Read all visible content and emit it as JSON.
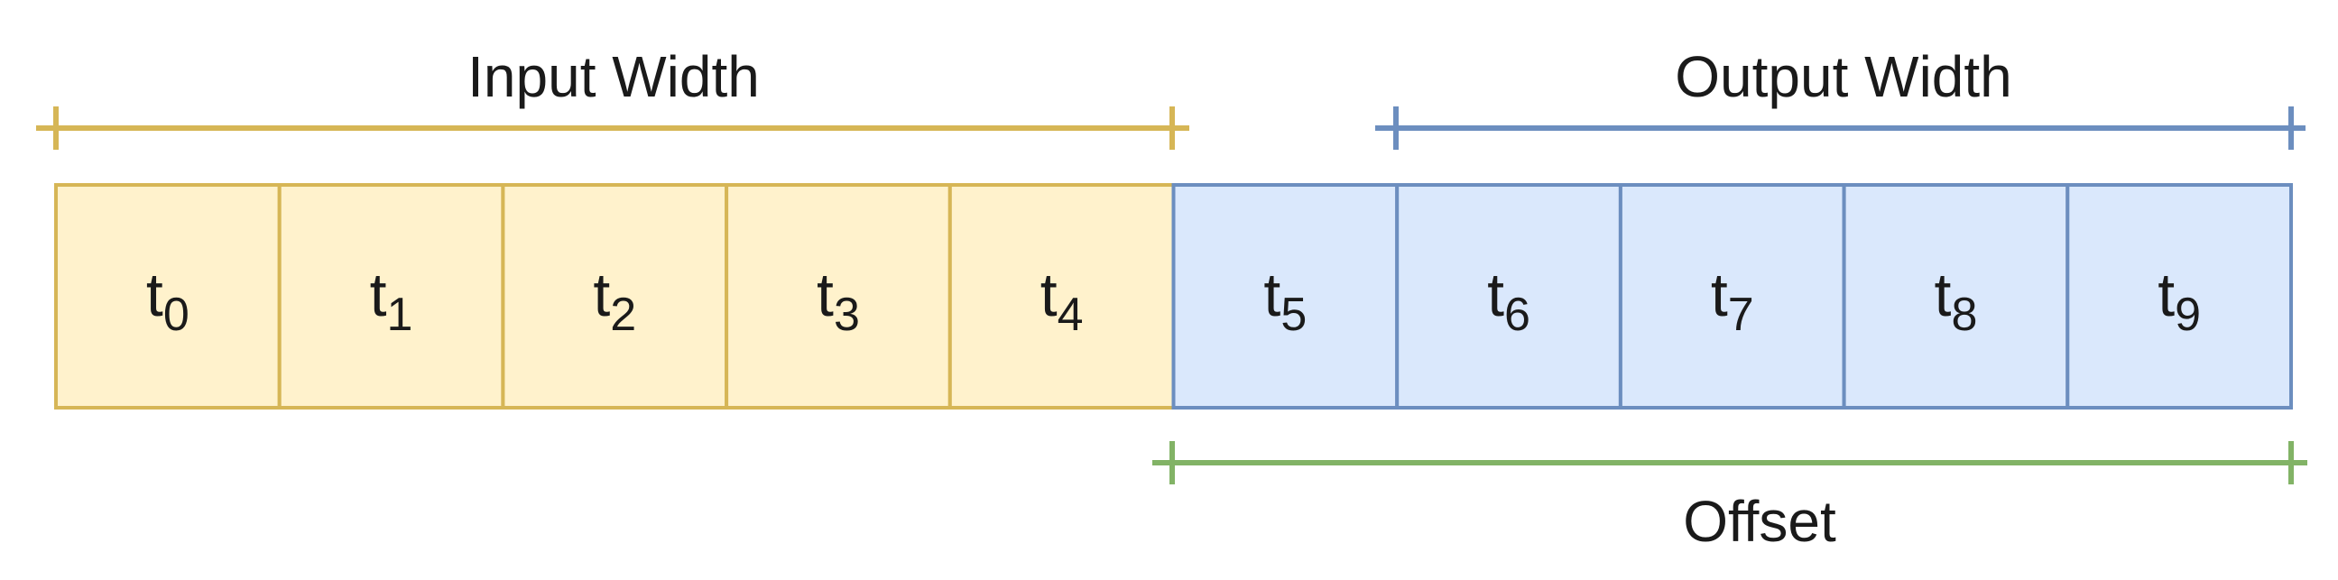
{
  "colors": {
    "input_fill": "#fff2cc",
    "input_stroke": "#d6b656",
    "output_fill": "#dae8fc",
    "output_stroke": "#6c8ebf",
    "offset_stroke": "#82b366"
  },
  "spans": {
    "input": {
      "label": "Input Width"
    },
    "output": {
      "label": "Output Width"
    },
    "offset": {
      "label": "Offset"
    }
  },
  "cells": [
    {
      "base": "t",
      "sub": "0",
      "group": "input"
    },
    {
      "base": "t",
      "sub": "1",
      "group": "input"
    },
    {
      "base": "t",
      "sub": "2",
      "group": "input"
    },
    {
      "base": "t",
      "sub": "3",
      "group": "input"
    },
    {
      "base": "t",
      "sub": "4",
      "group": "input"
    },
    {
      "base": "t",
      "sub": "5",
      "group": "output"
    },
    {
      "base": "t",
      "sub": "6",
      "group": "output"
    },
    {
      "base": "t",
      "sub": "7",
      "group": "output"
    },
    {
      "base": "t",
      "sub": "8",
      "group": "output"
    },
    {
      "base": "t",
      "sub": "9",
      "group": "output"
    }
  ]
}
